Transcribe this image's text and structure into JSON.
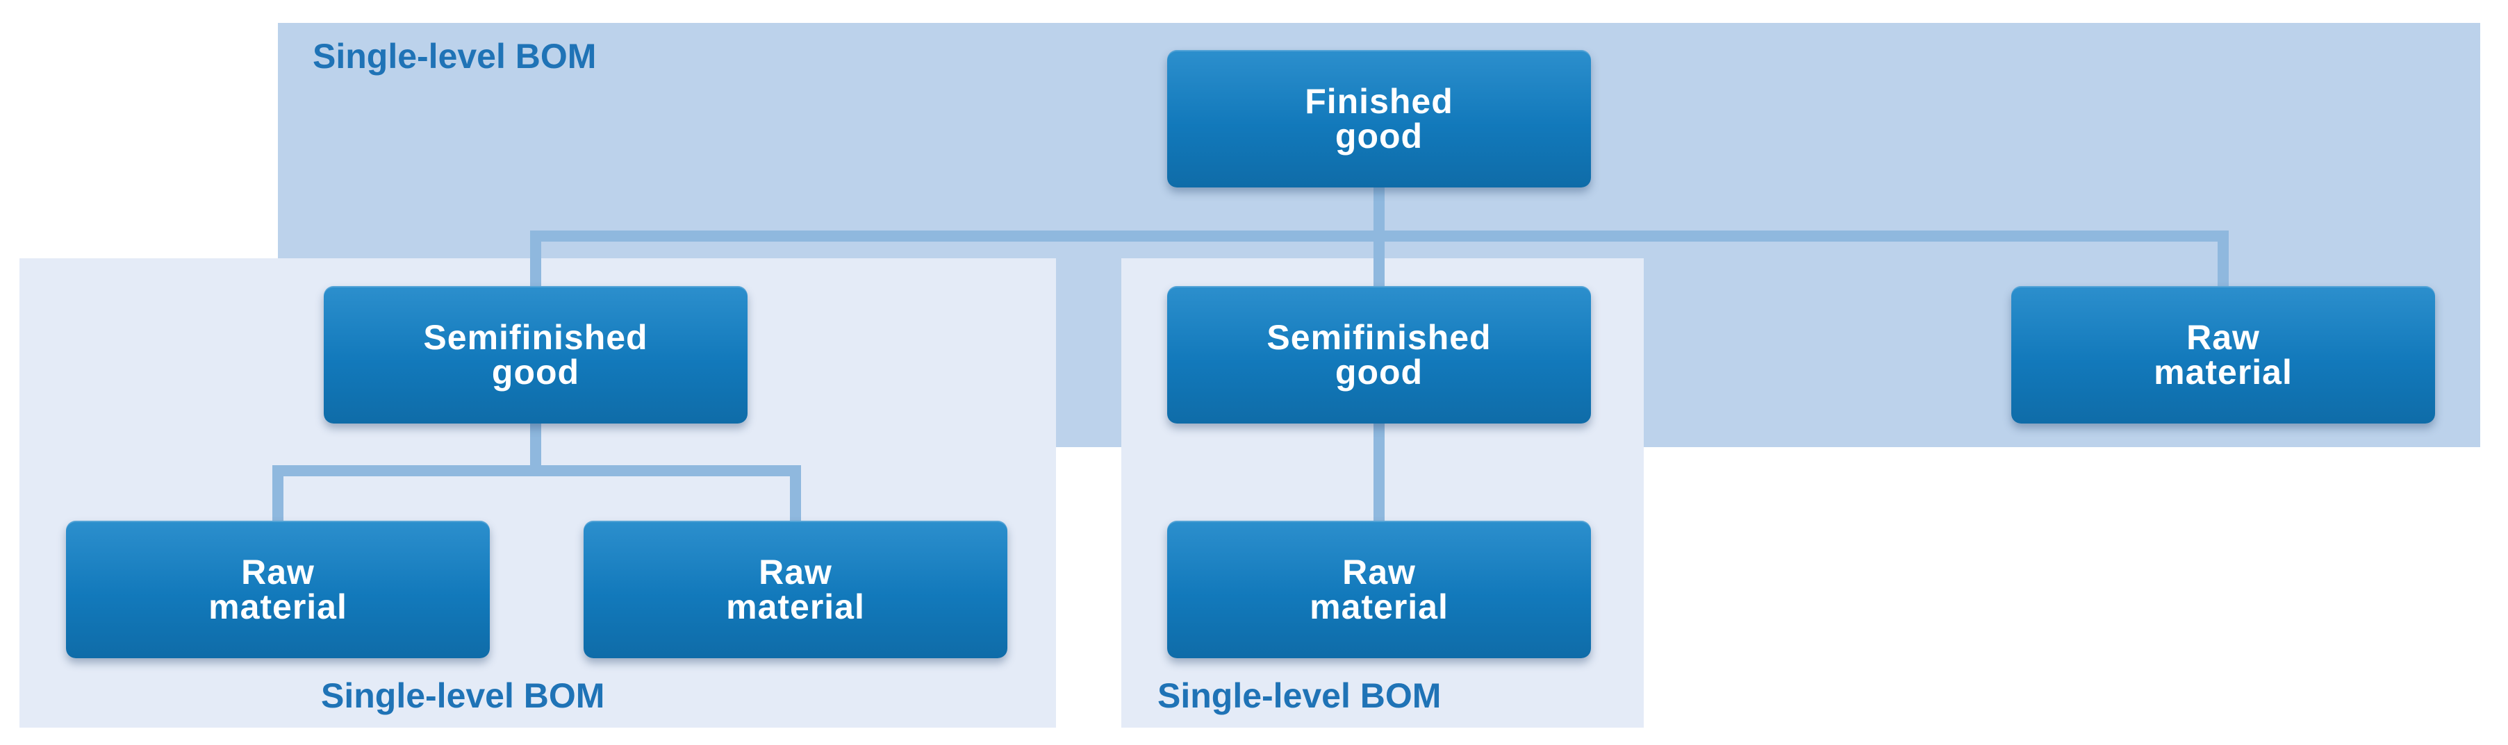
{
  "colors": {
    "node_fill": "#1479bc",
    "node_text": "#ffffff",
    "outer_region": "#bcd2eb",
    "inner_region": "#e4ebf7",
    "connector": "#8fb8de",
    "region_label": "#1f73b6"
  },
  "regions": {
    "top": {
      "label": "Single-level BOM"
    },
    "left": {
      "label": "Single-level BOM"
    },
    "mid": {
      "label": "Single-level BOM"
    }
  },
  "nodes": {
    "finished_good": {
      "label": "Finished\ngood"
    },
    "semifinished_left": {
      "label": "Semifinished\ngood"
    },
    "semifinished_mid": {
      "label": "Semifinished\ngood"
    },
    "raw_right": {
      "label": "Raw\nmaterial"
    },
    "raw_left_left": {
      "label": "Raw\nmaterial"
    },
    "raw_left_right": {
      "label": "Raw\nmaterial"
    },
    "raw_mid": {
      "label": "Raw\nmaterial"
    }
  },
  "edges": [
    {
      "from": "finished_good",
      "to": "semifinished_left"
    },
    {
      "from": "finished_good",
      "to": "semifinished_mid"
    },
    {
      "from": "finished_good",
      "to": "raw_right"
    },
    {
      "from": "semifinished_left",
      "to": "raw_left_left"
    },
    {
      "from": "semifinished_left",
      "to": "raw_left_right"
    },
    {
      "from": "semifinished_mid",
      "to": "raw_mid"
    }
  ]
}
